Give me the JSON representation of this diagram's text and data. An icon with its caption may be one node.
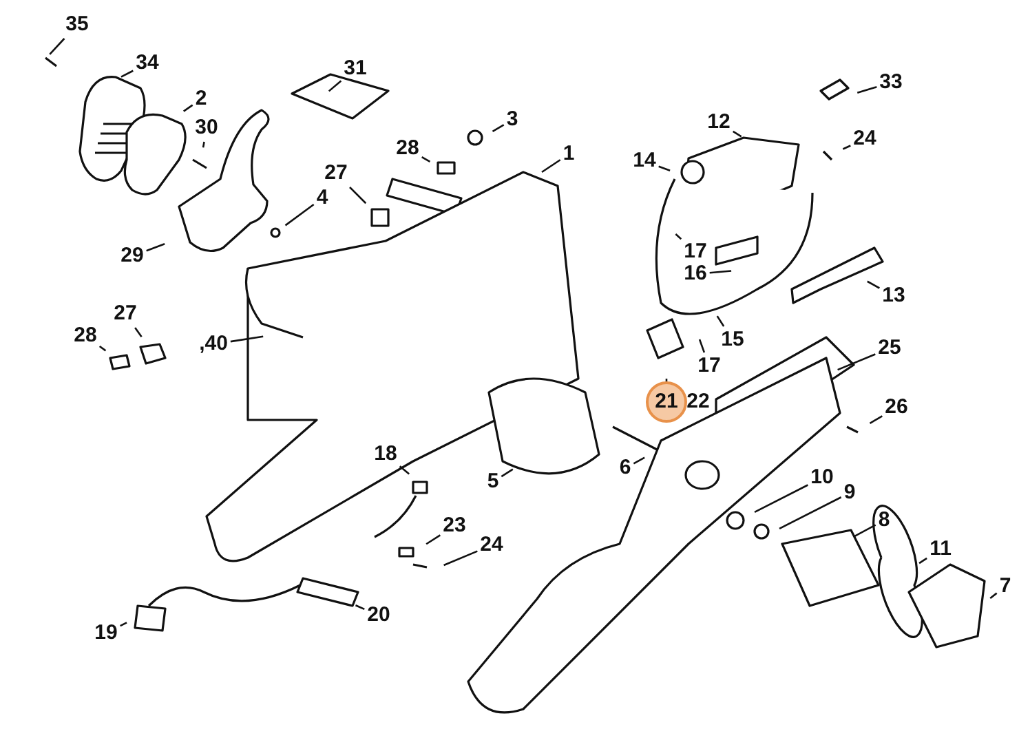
{
  "diagram": {
    "nodes": [
      {
        "text": [
          "35"
        ]
      },
      {
        "text": [
          "34"
        ]
      },
      {
        "text": [
          "31"
        ]
      },
      {
        "text": [
          "2"
        ]
      },
      {
        "text": [
          "30"
        ]
      },
      {
        "text": [
          "3"
        ]
      },
      {
        "text": [
          "28"
        ]
      },
      {
        "text": [
          "1"
        ]
      },
      {
        "text": [
          "27"
        ]
      },
      {
        "text": [
          "4"
        ]
      },
      {
        "text": [
          "29"
        ]
      },
      {
        "text": [
          "12"
        ]
      },
      {
        "text": [
          "33"
        ]
      },
      {
        "text": [
          "24"
        ]
      },
      {
        "text": [
          "14"
        ]
      },
      {
        "text": [
          "17"
        ]
      },
      {
        "text": [
          "16"
        ]
      },
      {
        "text": [
          "13"
        ]
      },
      {
        "text": [
          "27"
        ]
      },
      {
        "text": [
          "28"
        ]
      },
      {
        "text": [
          ",40"
        ]
      },
      {
        "text": [
          "15"
        ]
      },
      {
        "text": [
          "17"
        ]
      },
      {
        "text": [
          "25"
        ]
      },
      {
        "text": [
          "21"
        ]
      },
      {
        "text": [
          "26"
        ]
      },
      {
        "text": [
          "18"
        ]
      },
      {
        "text": [
          "5"
        ]
      },
      {
        "text": [
          "6"
        ]
      },
      {
        "text": [
          "10"
        ]
      },
      {
        "text": [
          "9"
        ]
      },
      {
        "text": [
          "8"
        ]
      },
      {
        "text": [
          "23"
        ]
      },
      {
        "text": [
          "24"
        ]
      },
      {
        "text": [
          "11"
        ]
      },
      {
        "text": [
          "7"
        ]
      },
      {
        "text": [
          "19"
        ]
      },
      {
        "text": [
          "20"
        ]
      }
    ],
    "edges": [
      {
        "from": 0,
        "to": null,
        "arrow": "none"
      },
      {
        "from": 1,
        "to": null,
        "arrow": "none"
      },
      {
        "from": 2,
        "to": null,
        "arrow": "none"
      },
      {
        "from": 3,
        "to": null,
        "arrow": "none"
      },
      {
        "from": 4,
        "to": null,
        "arrow": "none"
      },
      {
        "from": 5,
        "to": null,
        "arrow": "none"
      },
      {
        "from": 6,
        "to": null,
        "arrow": "none"
      },
      {
        "from": 7,
        "to": null,
        "arrow": "none"
      },
      {
        "from": 8,
        "to": null,
        "arrow": "none"
      },
      {
        "from": 9,
        "to": null,
        "arrow": "none"
      },
      {
        "from": 10,
        "to": null,
        "arrow": "none"
      },
      {
        "from": 11,
        "to": null,
        "arrow": "none"
      },
      {
        "from": 12,
        "to": null,
        "arrow": "none"
      },
      {
        "from": 13,
        "to": null,
        "arrow": "none"
      },
      {
        "from": 14,
        "to": null,
        "arrow": "none"
      },
      {
        "from": 15,
        "to": null,
        "arrow": "none"
      },
      {
        "from": 16,
        "to": null,
        "arrow": "none"
      },
      {
        "from": 17,
        "to": null,
        "arrow": "none"
      },
      {
        "from": 18,
        "to": null,
        "arrow": "none"
      },
      {
        "from": 19,
        "to": null,
        "arrow": "none"
      },
      {
        "from": 20,
        "to": null,
        "arrow": "none"
      },
      {
        "from": 21,
        "to": null,
        "arrow": "none"
      },
      {
        "from": 22,
        "to": null,
        "arrow": "none"
      },
      {
        "from": 23,
        "to": null,
        "arrow": "none"
      },
      {
        "from": 24,
        "to": null,
        "arrow": "none"
      },
      {
        "from": 25,
        "to": null,
        "arrow": "none"
      },
      {
        "from": 26,
        "to": null,
        "arrow": "none"
      },
      {
        "from": 27,
        "to": null,
        "arrow": "none"
      },
      {
        "from": 28,
        "to": null,
        "arrow": "none"
      },
      {
        "from": 29,
        "to": null,
        "arrow": "none"
      },
      {
        "from": 30,
        "to": null,
        "arrow": "none"
      },
      {
        "from": 31,
        "to": null,
        "arrow": "none"
      },
      {
        "from": 32,
        "to": null,
        "arrow": "none"
      },
      {
        "from": 33,
        "to": null,
        "arrow": "none"
      },
      {
        "from": 34,
        "to": null,
        "arrow": "none"
      },
      {
        "from": 35,
        "to": null,
        "arrow": "none"
      },
      {
        "from": 36,
        "to": null,
        "arrow": "none"
      },
      {
        "from": 37,
        "to": null,
        "arrow": "none"
      }
    ],
    "labels": [
      "22"
    ]
  }
}
